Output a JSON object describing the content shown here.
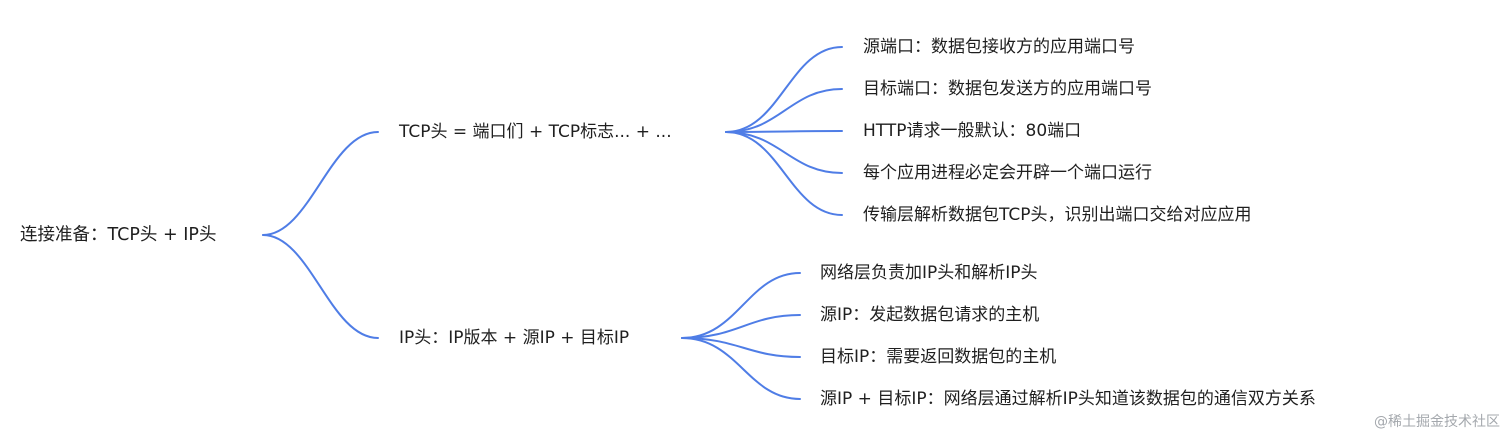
{
  "mindmap": {
    "root": "连接准备：TCP头 + IP头",
    "branches": [
      {
        "label": "TCP头 = 端口们 + TCP标志... + ...",
        "children": [
          "源端口：数据包接收方的应用端口号",
          "目标端口：数据包发送方的应用端口号",
          "HTTP请求一般默认：80端口",
          "每个应用进程必定会开辟一个端口运行",
          "传输层解析数据包TCP头，识别出端口交给对应应用"
        ]
      },
      {
        "label": "IP头：IP版本 + 源IP + 目标IP",
        "children": [
          "网络层负责加IP头和解析IP头",
          "源IP：发起数据包请求的主机",
          "目标IP：需要返回数据包的主机",
          "源IP + 目标IP：网络层通过解析IP头知道该数据包的通信双方关系"
        ]
      }
    ]
  },
  "watermark": "@稀土掘金技术社区",
  "colors": {
    "connector": "#4f7de6",
    "text": "#1f1f1f",
    "watermark": "#a4a8ad"
  }
}
